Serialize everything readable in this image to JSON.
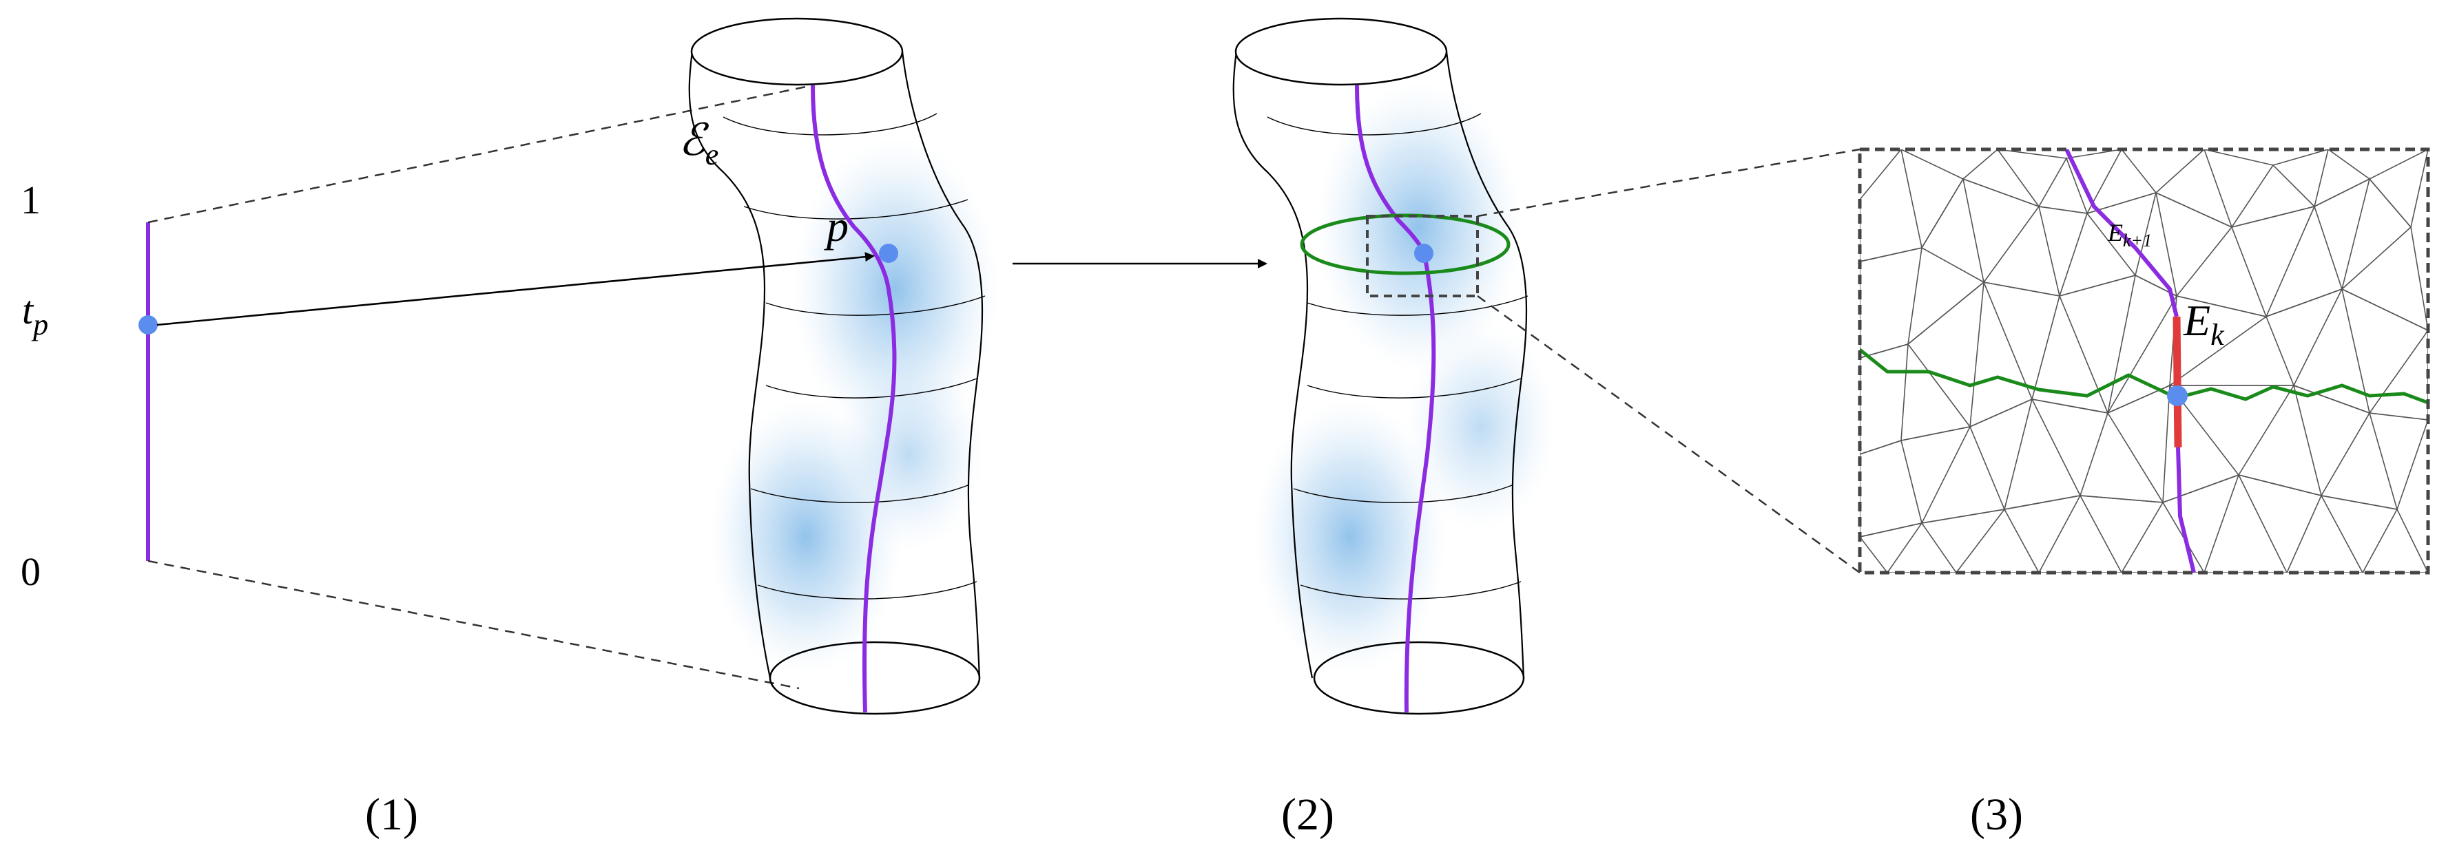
{
  "axis": {
    "tick_top": "1",
    "tick_bottom": "0",
    "param_label": "t",
    "param_sub": "p"
  },
  "labels": {
    "surface": "ℰ",
    "surface_sub": "e",
    "point": "p",
    "edge_next": "E",
    "edge_next_sub": "k+1",
    "edge_current": "E",
    "edge_current_sub": "k"
  },
  "panels": [
    "(1)",
    "(2)",
    "(3)"
  ],
  "colors": {
    "curve": "#8b2be2",
    "point": "#5b8def",
    "ring": "#1a8a1a",
    "edge_highlight": "#e03a3a",
    "glow": "#8fc3ec",
    "outline": "#000000",
    "mesh": "#555555",
    "inset_border": "#444444"
  },
  "icons": {
    "transition": "right-arrow-icon"
  }
}
